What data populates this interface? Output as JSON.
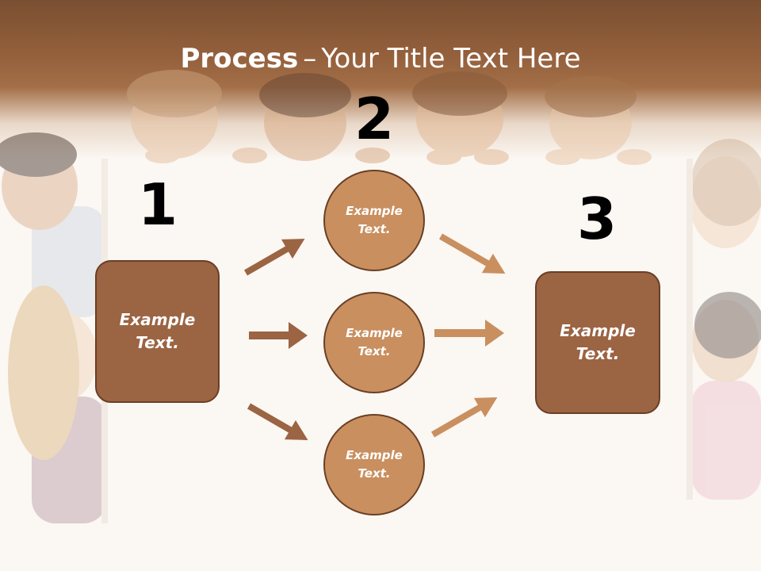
{
  "slide": {
    "title_bold": "Process",
    "title_dash": "–",
    "title_rest": "Your Title Text Here"
  },
  "steps": {
    "one": "1",
    "two": "2",
    "three": "3"
  },
  "left_box": {
    "text": "Example Text."
  },
  "circles": [
    {
      "text": "Example Text."
    },
    {
      "text": "Example Text."
    },
    {
      "text": "Example Text."
    }
  ],
  "right_box": {
    "text": "Example Text."
  },
  "colors": {
    "header": "#94603c",
    "box_fill": "#9b6443",
    "circle_fill": "#c98f5f",
    "left_arrow": "#9b6443",
    "right_arrow": "#c98f5f",
    "outline": "#6a3f24"
  }
}
